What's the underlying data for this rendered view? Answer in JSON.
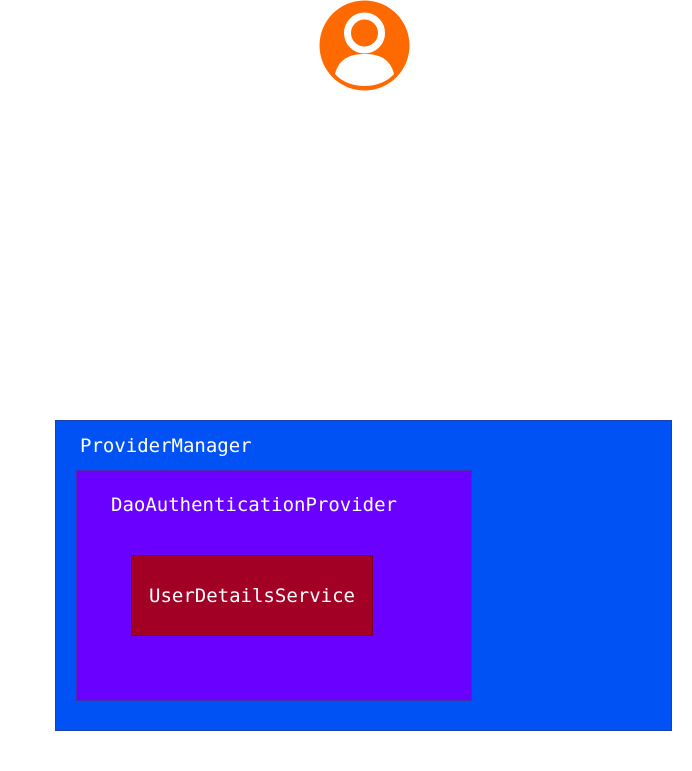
{
  "colors": {
    "background": "#ffffff",
    "user_icon": "#ff6a00",
    "provider_manager": "#0052f5",
    "dao_authentication_provider": "#6a00ff",
    "user_details_service": "#a20025",
    "label_text": "#ffffff"
  },
  "actor": {
    "icon": "user-icon"
  },
  "boxes": {
    "provider_manager": {
      "label": "ProviderManager"
    },
    "dao_authentication_provider": {
      "label": "DaoAuthenticationProvider"
    },
    "user_details_service": {
      "label": "UserDetailsService"
    }
  }
}
